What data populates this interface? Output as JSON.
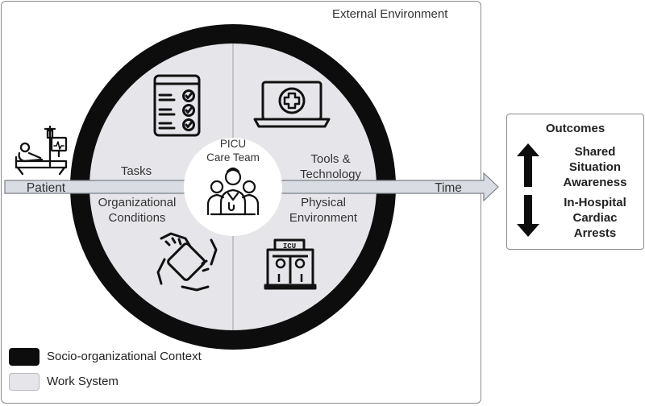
{
  "external_environment_label": "External Environment",
  "patient_label": "Patient",
  "time_label": "Time",
  "center_label_line1": "PICU",
  "center_label_line2": "Care Team",
  "quadrants": {
    "tasks": "Tasks",
    "tools_line1": "Tools &",
    "tools_line2": "Technology",
    "org_line1": "Organizational",
    "org_line2": "Conditions",
    "physical_line1": "Physical",
    "physical_line2": "Environment"
  },
  "outcomes": {
    "title": "Outcomes",
    "up_item": [
      "Shared",
      "Situation",
      "Awareness"
    ],
    "down_item": [
      "In-Hospital",
      "Cardiac",
      "Arrests"
    ]
  },
  "legend": [
    {
      "label": "Socio-organizational Context",
      "color": "#0d0d0d"
    },
    {
      "label": "Work System",
      "color": "#e6e6ea"
    }
  ],
  "icons": {
    "tasks": "checklist-icon",
    "tools": "laptop-medical-icon",
    "organizational": "joined-hands-icon",
    "physical": "icu-building-icon",
    "center": "care-team-icon",
    "patient": "patient-bed-icon"
  },
  "colors": {
    "ring": "#0d0d0d",
    "work_system": "#e6e6ea",
    "arrow_fill": "#d9dce3"
  }
}
